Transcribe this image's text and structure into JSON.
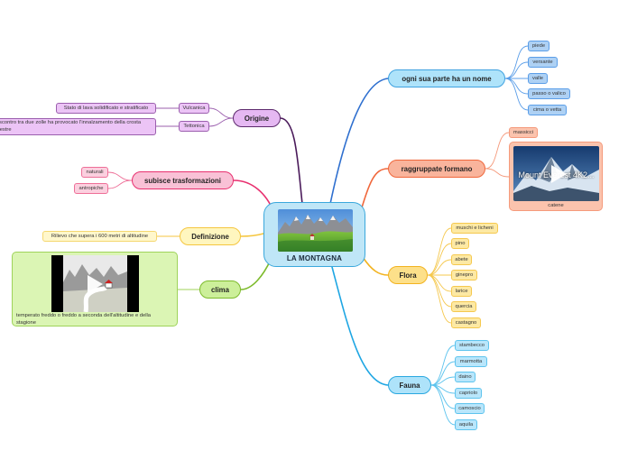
{
  "center": {
    "title": "LA MONTAGNA",
    "image": "mountain-landscape-photo"
  },
  "branches": {
    "ogni_sua_parte": {
      "label": "ogni sua parte ha un nome",
      "color": "#3f7fd4",
      "items": [
        "piede",
        "versante",
        "valle",
        "passo o valico",
        "cima o vetta"
      ]
    },
    "raggruppate": {
      "label": "raggruppate formano",
      "color": "#f0673b",
      "massicci": "massicci",
      "video": {
        "overlay": "Mount Everest 4K2...",
        "caption": "catene"
      }
    },
    "flora": {
      "label": "Flora",
      "color": "#f2b320",
      "items": [
        "muschi e licheni",
        "pino",
        "abete",
        "ginepro",
        "larice",
        "quercia",
        "castagno"
      ]
    },
    "fauna": {
      "label": "Fauna",
      "color": "#2aa8e0",
      "items": [
        "stambecco",
        "marmotta",
        "daino",
        "capriolo",
        "camoscio",
        "aquila"
      ]
    },
    "origine": {
      "label": "Origine",
      "color": "#5d2a6d",
      "vulcanica": {
        "label": "Vulcanica",
        "desc": "Stato di lava solidificato e stratificato"
      },
      "tettonica": {
        "label": "Tettonica",
        "desc": "Lo scontro tra due zolle ha provocato l'innalzamento della crosta terrestre"
      }
    },
    "trasformazioni": {
      "label": "subisce trasformazioni",
      "color": "#e8306f",
      "items": [
        "naturali",
        "antropiche"
      ]
    },
    "definizione": {
      "label": "Definizione",
      "color": "#f5c640",
      "desc": "Rilievo che supera i 600 metri di altitudine"
    },
    "clima": {
      "label": "clima",
      "color": "#7dbb2c",
      "desc": "temperato freddo o freddo a seconda dell'altitudine e della stagione"
    }
  }
}
